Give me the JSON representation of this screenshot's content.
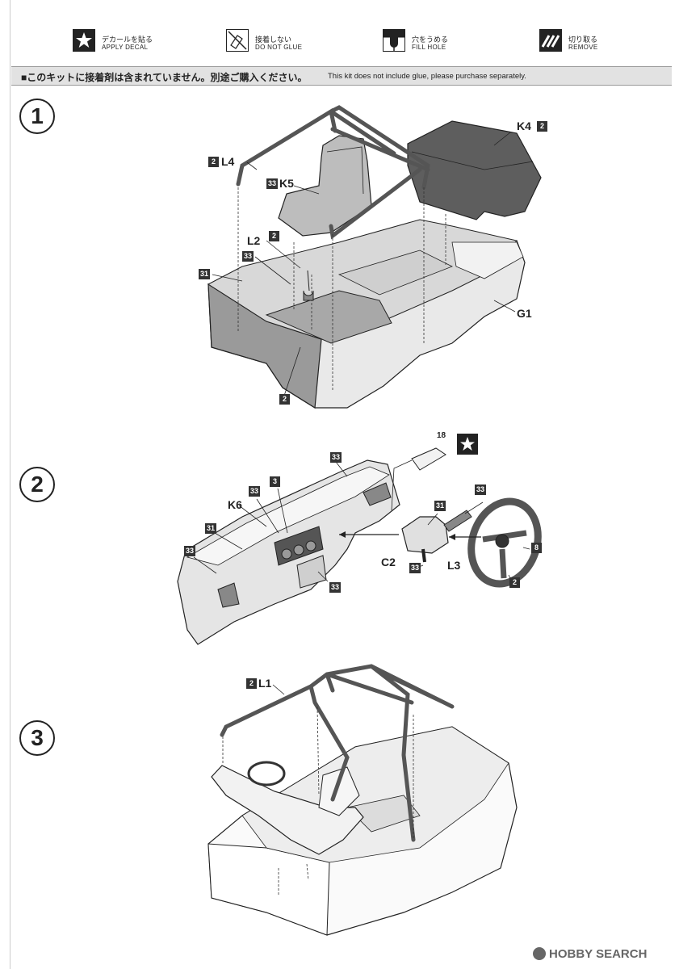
{
  "legend": {
    "apply_decal": {
      "jp": "デカールを貼る",
      "en": "APPLY DECAL",
      "icon": "star-icon"
    },
    "do_not_glue": {
      "jp": "接着しない",
      "en": "DO NOT GLUE",
      "icon": "no-glue-icon"
    },
    "fill_hole": {
      "jp": "穴をうめる",
      "en": "FILL HOLE",
      "icon": "fill-hole-icon"
    },
    "remove": {
      "jp": "切り取る",
      "en": "REMOVE",
      "icon": "cut-icon"
    }
  },
  "notice": {
    "jp": "■このキットに接着剤は含まれていません。別途ご購入ください。",
    "en": "This kit does not include glue, please purchase separately."
  },
  "steps": [
    {
      "number": "1",
      "labels": {
        "L4": "L4",
        "K5": "K5",
        "L2": "L2",
        "K4": "K4",
        "G1": "G1"
      },
      "colors": {
        "c2a": "2",
        "c33a": "33",
        "c2b": "2",
        "c33b": "33",
        "c31": "31",
        "c2c": "2",
        "c2d": "2"
      }
    },
    {
      "number": "2",
      "labels": {
        "K6": "K6",
        "C2": "C2",
        "L3": "L3",
        "P18": "18"
      },
      "colors": {
        "c33a": "33",
        "c3": "3",
        "c33b": "33",
        "c31a": "31",
        "c33c": "33",
        "c33d": "33",
        "c31b": "31",
        "c33e": "33",
        "c33f": "33",
        "c8": "8",
        "c2": "2"
      }
    },
    {
      "number": "3",
      "labels": {
        "L1": "L1"
      },
      "colors": {
        "c2": "2"
      }
    }
  ],
  "watermark": {
    "text": "HOBBY SEARCH"
  },
  "colors": {
    "ink": "#222222",
    "panel_gray": "#9a9a9a",
    "dark_gray": "#5e5e5e",
    "shade": "#e5e5e5"
  }
}
